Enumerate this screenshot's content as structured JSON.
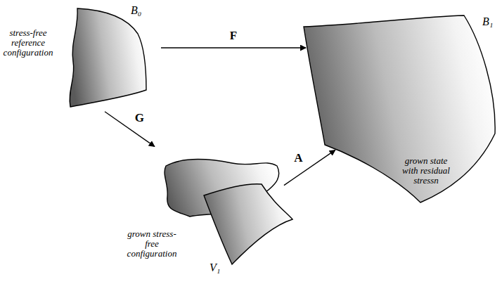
{
  "diagram": {
    "nodes": [
      {
        "text": [
          "B₀",
          "stress-free reference configuration"
        ]
      },
      {
        "text": [
          "B₁",
          "grown state with residual stressn"
        ]
      },
      {
        "text": [
          "V₁",
          "grown stress-free configuration"
        ]
      }
    ],
    "edges": [
      {
        "from": 0,
        "to": 1,
        "arrow": "to",
        "label": "F"
      },
      {
        "from": 0,
        "to": 2,
        "arrow": "to",
        "label": "G"
      },
      {
        "from": 2,
        "to": 1,
        "arrow": "to",
        "label": "A"
      }
    ]
  }
}
